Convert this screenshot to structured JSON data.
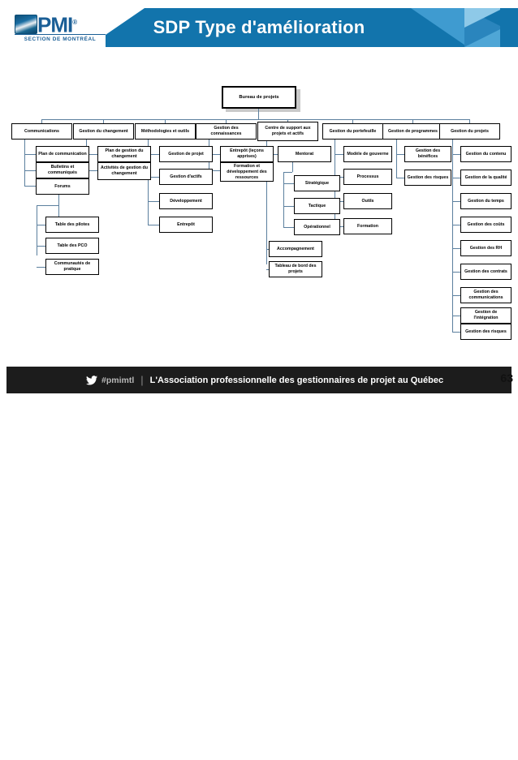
{
  "slide": {
    "title": "SDP Type d'amélioration",
    "page_number": "63",
    "brand_blue": "#1274ac",
    "logo": {
      "name": "PMI.",
      "subtitle": "SECTION DE MONTRÉAL",
      "icon": "pmi-globe-icon"
    }
  },
  "footer": {
    "twitter_icon": "twitter-bird-icon",
    "handle": "#pmimtl",
    "separator": "|",
    "tagline": "L'Association professionnelle des gestionnaires de projet au Québec",
    "background": "#1c1c1c"
  },
  "chart_data": {
    "type": "diagram",
    "subtype": "org-chart-wbs",
    "title": "SDP Type d'amélioration",
    "root": "Bureau de projets",
    "node_border": "#000000",
    "connector_color": "#5b7f9e",
    "levels": 4,
    "branches": [
      {
        "id": "communications",
        "label": "Communications",
        "children": [
          {
            "label": "Plan de communication"
          },
          {
            "label": "Bulletins et communiqués"
          },
          {
            "label": "Forums",
            "children": [
              {
                "label": "Table des pilotes"
              },
              {
                "label": "Table des PCO"
              },
              {
                "label": "Communautés de pratique"
              }
            ]
          }
        ]
      },
      {
        "id": "gestion-du-changement",
        "label": "Gestion du changement",
        "children": [
          {
            "label": "Plan de gestion du changement"
          },
          {
            "label": "Activités de gestion du changement"
          }
        ]
      },
      {
        "id": "methodologies-et-outils",
        "label": "Méthodologies et outils",
        "children": [
          {
            "label": "Gestion de projet"
          },
          {
            "label": "Gestion d'actifs"
          },
          {
            "label": "Développement"
          },
          {
            "label": "Entrepôt"
          }
        ]
      },
      {
        "id": "gestion-des-connaissances",
        "label": "Gestion des connaissances",
        "children": [
          {
            "label": "Entrepôt (leçons apprises)"
          },
          {
            "label": "Formation et développement des ressources"
          }
        ]
      },
      {
        "id": "centre-de-support",
        "label": "Centre de support aux projets et actifs",
        "children": [
          {
            "label": "Mentorat",
            "children": [
              {
                "label": "Stratégique"
              },
              {
                "label": "Tactique"
              },
              {
                "label": "Opérationnel"
              }
            ]
          },
          {
            "label": "Accompagnement"
          },
          {
            "label": "Tableau de bord des projets"
          }
        ]
      },
      {
        "id": "gestion-du-portefeuille",
        "label": "Gestion du portefeuille",
        "children": [
          {
            "label": "Modèle de gouverne"
          },
          {
            "label": "Processus"
          },
          {
            "label": "Outils"
          },
          {
            "label": "Formation"
          }
        ]
      },
      {
        "id": "gestion-de-programmes",
        "label": "Gestion de programmes",
        "children": [
          {
            "label": "Gestion des bénéfices"
          },
          {
            "label": "Gestion des risques"
          }
        ]
      },
      {
        "id": "gestion-du-projets",
        "label": "Gestion du projets",
        "children": [
          {
            "label": "Gestion du contenu"
          },
          {
            "label": "Gestion de la qualité"
          },
          {
            "label": "Gestion du temps"
          },
          {
            "label": "Gestion des coûts"
          },
          {
            "label": "Gestion des RH"
          },
          {
            "label": "Gestion des contrats"
          },
          {
            "label": "Gestion des communications"
          },
          {
            "label": "Gestion de l'intégration"
          },
          {
            "label": "Gestion des risques"
          }
        ]
      }
    ]
  }
}
